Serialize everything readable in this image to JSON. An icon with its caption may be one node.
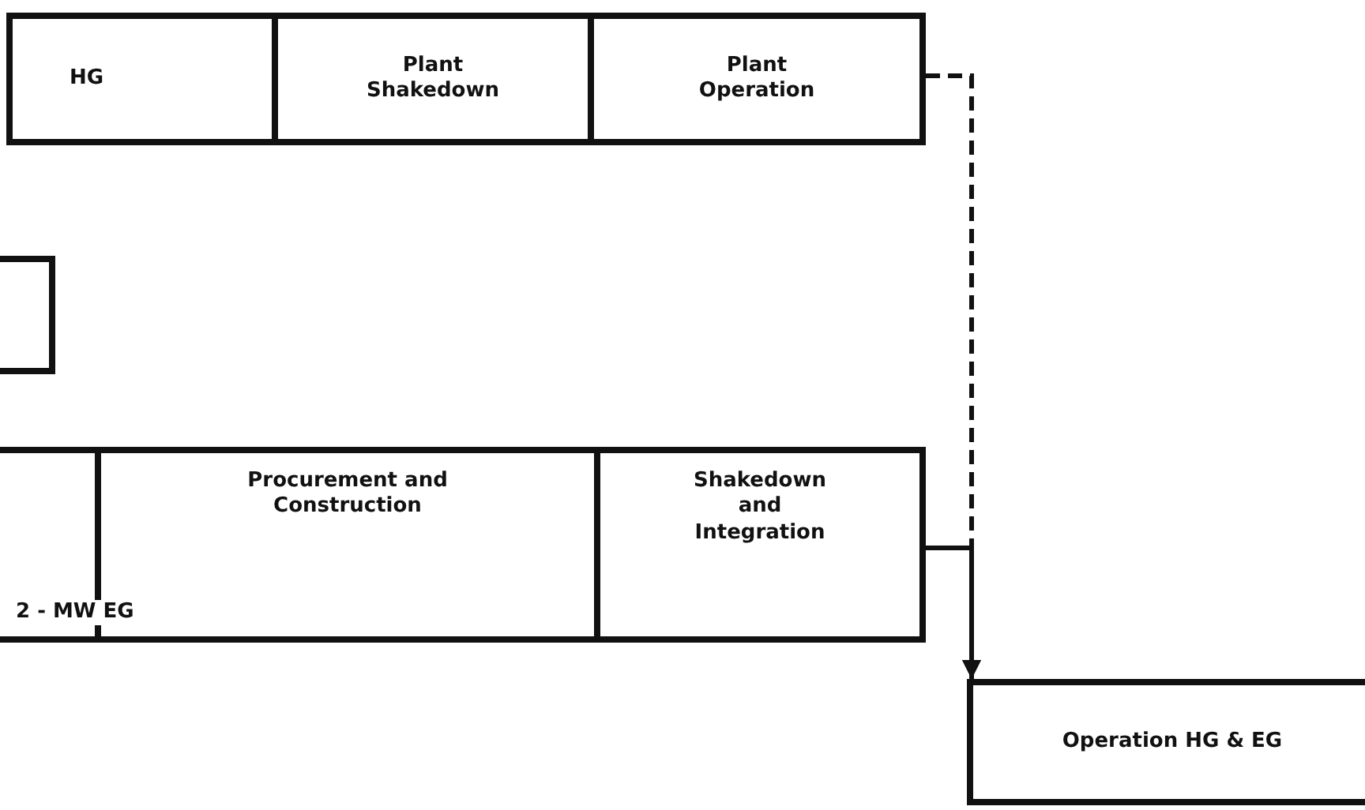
{
  "diagram": {
    "nodes": [
      {
        "text": [
          "HG"
        ]
      },
      {
        "text": [
          "Plant Shakedown"
        ]
      },
      {
        "text": [
          "Plant Operation"
        ]
      },
      {
        "text": [],
        "shape": "box"
      },
      {
        "text": [],
        "shape": "box"
      },
      {
        "text": [
          "Procurement and Construction"
        ]
      },
      {
        "text": [
          "Shakedown and Integration"
        ]
      },
      {
        "text": [
          "Operation HG & EG"
        ]
      }
    ],
    "edges": [
      {
        "from": 2,
        "to": 7,
        "arrow": "to",
        "style": "dashed"
      },
      {
        "from": 6,
        "to": 7,
        "arrow": "to"
      }
    ],
    "labels": [
      "2 - MW EG"
    ]
  }
}
